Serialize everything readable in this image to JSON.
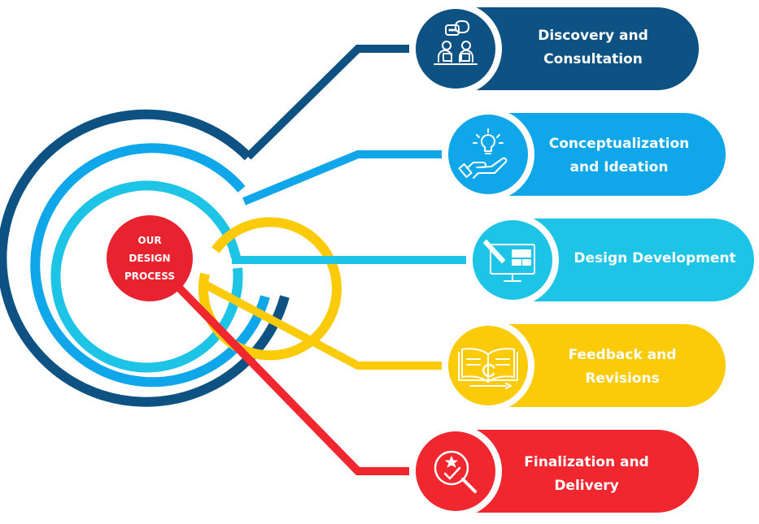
{
  "center": {
    "label": "OUR\nDESIGN\nPROCESS",
    "color": "#e8232f"
  },
  "steps": [
    {
      "label": "Discovery and\nConsultation",
      "color": "#0d5283",
      "icon": "consultation-icon"
    },
    {
      "label": "Conceptualization\nand Ideation",
      "color": "#0fa7ea",
      "icon": "idea-hand-icon"
    },
    {
      "label": "Design Development",
      "color": "#1ec4e5",
      "icon": "monitor-design-icon"
    },
    {
      "label": "Feedback and\nRevisions",
      "color": "#fbcb0a",
      "icon": "open-book-icon"
    },
    {
      "label": "Finalization and\nDelivery",
      "color": "#f1272f",
      "icon": "quality-search-icon"
    }
  ]
}
